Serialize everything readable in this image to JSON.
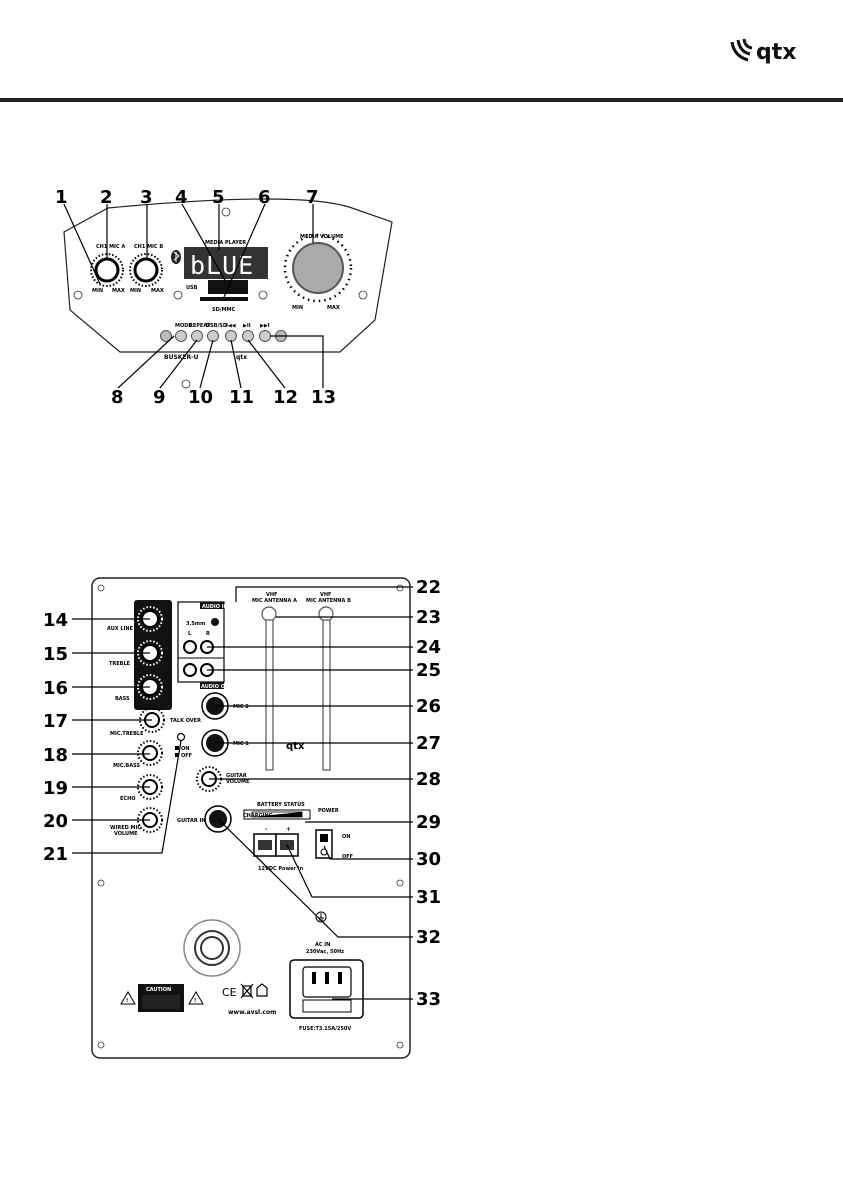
{
  "brand": {
    "name": "qtx"
  },
  "top_panel": {
    "callouts": [
      "1",
      "2",
      "3",
      "4",
      "5",
      "6",
      "7",
      "8",
      "9",
      "10",
      "11",
      "12",
      "13"
    ],
    "display_text": "bLUE",
    "labels": {
      "ch_a": "CH1 MIC A",
      "ch_b": "CH1 MIC B",
      "media_player": "MEDIA PLAYER",
      "media_volume": "MEDIA VOLUME",
      "usb": "USB",
      "sd_mmc": "SD/MMC",
      "min": "MIN",
      "max": "MAX",
      "mode": "MODE",
      "repeat": "REPEAT",
      "usb_sd": "USB/SD",
      "prev": "I◀◀",
      "play": "▶II",
      "next": "▶▶I",
      "model": "BUSKER-U",
      "logo": "qtx"
    }
  },
  "rear_panel": {
    "callouts": [
      "14",
      "15",
      "16",
      "17",
      "18",
      "19",
      "20",
      "21",
      "22",
      "23",
      "24",
      "25",
      "26",
      "27",
      "28",
      "29",
      "30",
      "31",
      "32",
      "33"
    ],
    "labels": {
      "aux_line": "AUX LINE",
      "treble": "TREBLE",
      "bass": "BASS",
      "mic_treble": "MIC.TREBLE",
      "mic_bass": "MIC.BASS",
      "echo": "ECHO",
      "wired_mic_volume_1": "WIRED MIC",
      "wired_mic_volume_2": "VOLUME",
      "talk_over": "TALK OVER",
      "on": "ON",
      "off": "OFF",
      "audio_in": "AUDIO IN",
      "audio_out": "AUDIO OUT",
      "mm35": "3.5mm",
      "l": "L",
      "r": "R",
      "vhf_a": "VHF",
      "antenna_a": "MIC ANTENNA A",
      "vhf_b": "VHF",
      "antenna_b": "MIC ANTENNA B",
      "mic2": "MIC 2",
      "mic1": "MIC 1",
      "guitar_volume_1": "GUITAR",
      "guitar_volume_2": "VOLUME",
      "guitar_in": "GUITAR IN",
      "battery_status": "BATTERY STATUS",
      "charging": "CHARGING",
      "power": "POWER",
      "sw_on": "ON",
      "sw_off": "OFF",
      "dc_in": "12VDC Power In",
      "minus": "-",
      "plus": "+",
      "caution": "CAUTION",
      "ac_in": "AC IN",
      "ac_spec": "230Vac, 50Hz",
      "fuse": "FUSE:T3.15A/250V",
      "website": "www.avsl.com",
      "logo": "qtx"
    }
  }
}
